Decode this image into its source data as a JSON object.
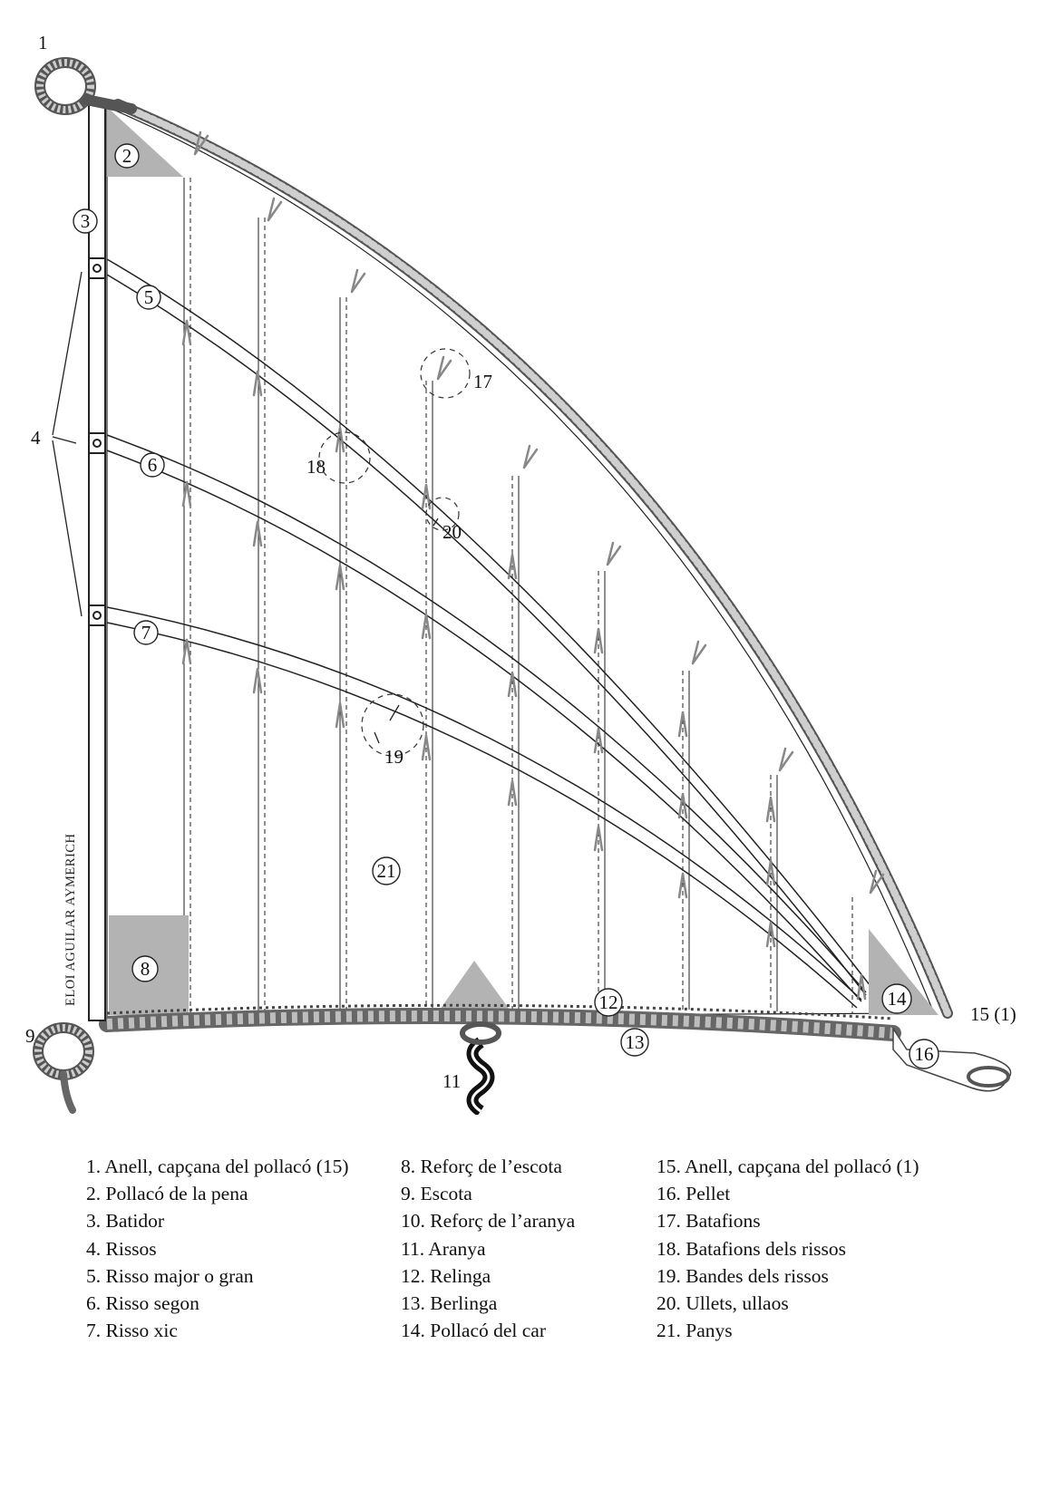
{
  "diagram": {
    "credit": "ELOI AGUILAR AYMERICH",
    "callouts": {
      "c1": "1",
      "c2": "2",
      "c3": "3",
      "c4": "4",
      "c5": "5",
      "c6": "6",
      "c7": "7",
      "c8": "8",
      "c9": "9",
      "c11": "11",
      "c12": "12",
      "c13": "13",
      "c14": "14",
      "c15": "15 (1)",
      "c16": "16",
      "c17": "17",
      "c18": "18",
      "c19": "19",
      "c20": "20",
      "c21": "21"
    }
  },
  "legend": {
    "col1": [
      "1. Anell, capçana del pollacó (15)",
      "2. Pollacó de la pena",
      "3. Batidor",
      "4. Rissos",
      "5. Risso major o gran",
      "6. Risso segon",
      "7. Risso xic"
    ],
    "col2": [
      "8. Reforç de l’escota",
      "9. Escota",
      "10. Reforç de l’aranya",
      "11. Aranya",
      "12. Relinga",
      "13. Berlinga",
      "14. Pollacó del car"
    ],
    "col3": [
      "15. Anell, capçana del pollacó (1)",
      "16. Pellet",
      "17. Batafions",
      "18. Batafions dels rissos",
      "19. Bandes dels rissos",
      "20. Ullets, ullaos",
      "21. Panys"
    ]
  }
}
